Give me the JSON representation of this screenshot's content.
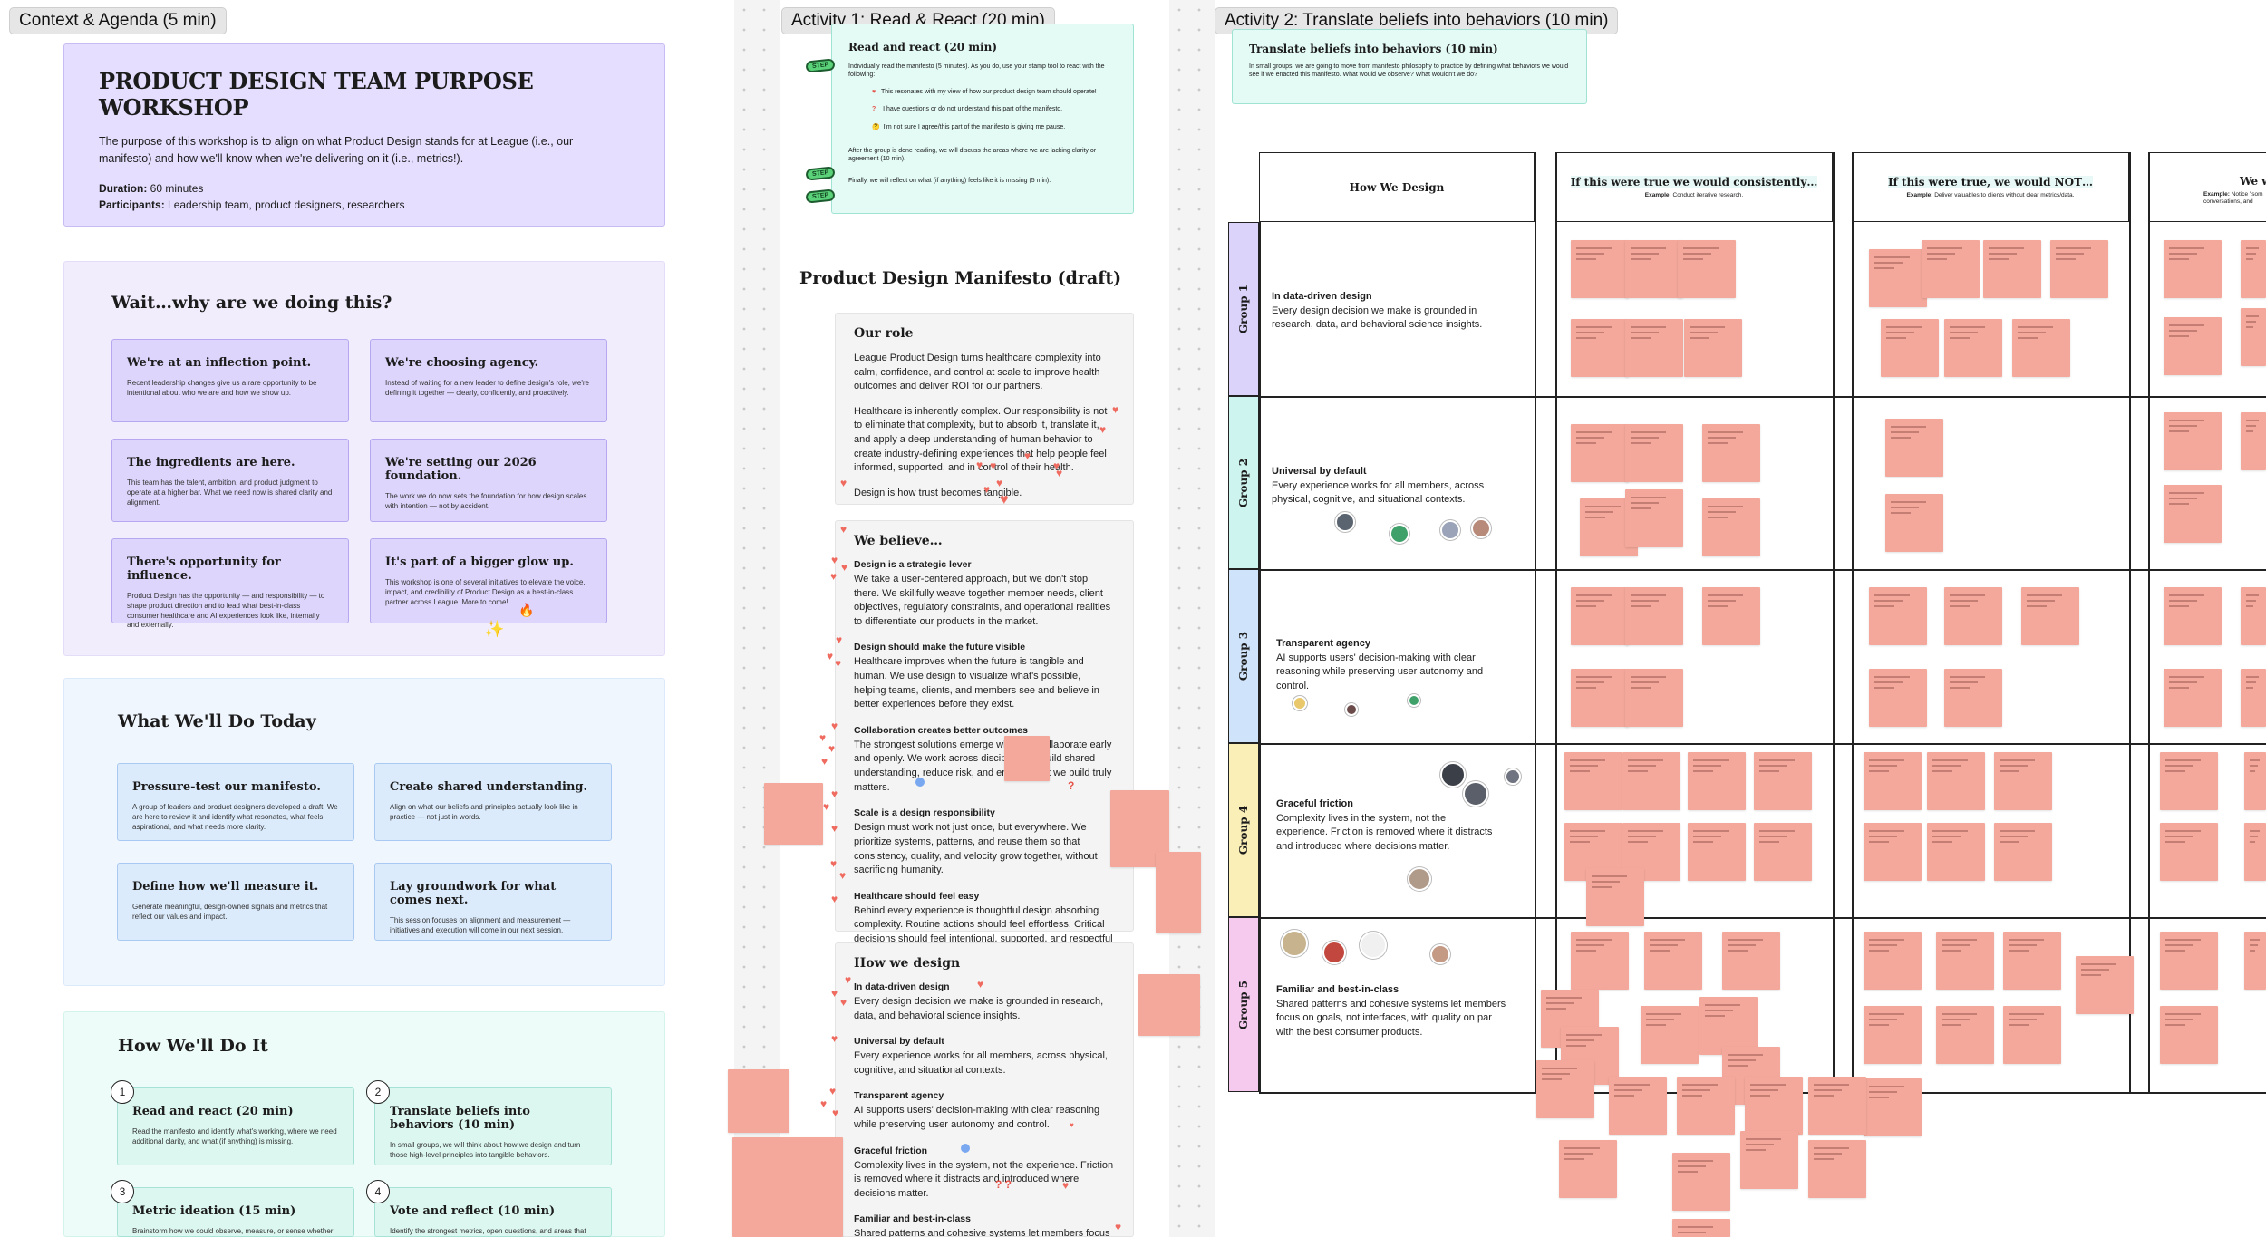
{
  "colors": {
    "sticky": "#f4a89b",
    "purple_card": "#e5deff",
    "blue_card": "#dcebfc",
    "teal_card": "#e3faf5"
  },
  "sections": {
    "context": "Context & Agenda (5 min)",
    "activity1": "Activity 1: Read & React (20 min)",
    "activity2": "Activity 2: Translate beliefs into behaviors (10 min)"
  },
  "hero": {
    "title": "PRODUCT DESIGN TEAM PURPOSE WORKSHOP",
    "body": "The purpose of this workshop is to align on what Product Design stands for at League (i.e., our manifesto) and how we'll know when we're delivering on it (i.e., metrics!).",
    "duration_label": "Duration:",
    "duration": " 60 minutes",
    "participants_label": "Participants:",
    "participants": " Leadership team, product designers, researchers"
  },
  "why": {
    "title": "Wait…why are we doing this?",
    "cards": [
      {
        "t": "We're at an inflection point.",
        "d": "Recent leadership changes give us a rare opportunity to be intentional about who we are and how we show up."
      },
      {
        "t": "We're choosing agency.",
        "d": "Instead of waiting for a new leader to define design's role, we're defining it together — clearly, confidently, and proactively."
      },
      {
        "t": "The ingredients are here.",
        "d": "This team has the talent, ambition, and product judgment to operate at a higher bar. What we need now is shared clarity and alignment."
      },
      {
        "t": "We're setting our 2026 foundation.",
        "d": "The work we do now sets the foundation for how design scales with intention — not by accident."
      },
      {
        "t": "There's opportunity for influence.",
        "d": "Product Design has the opportunity — and responsibility — to shape product direction and to lead what best-in-class consumer healthcare and AI experiences look like, internally and externally."
      },
      {
        "t": "It's part of a bigger glow up.",
        "d": "This workshop is one of several initiatives to elevate the voice, impact, and credibility of Product Design as a best-in-class partner across League. More to come!"
      }
    ]
  },
  "today": {
    "title": "What We'll Do Today",
    "cards": [
      {
        "t": "Pressure-test our manifesto.",
        "d": "A group of leaders and product designers developed a draft. We are here to review it and identify what resonates, what feels aspirational, and what needs more clarity."
      },
      {
        "t": "Create shared understanding.",
        "d": "Align on what our beliefs and principles actually look like in practice — not just in words."
      },
      {
        "t": "Define how we'll measure it.",
        "d": "Generate meaningful, design-owned signals and metrics that reflect our values and impact."
      },
      {
        "t": "Lay groundwork for what comes next.",
        "d": "This session focuses on alignment and measurement — initiatives and execution will come in our next session."
      }
    ]
  },
  "how": {
    "title": "How We'll Do It",
    "steps": [
      {
        "n": "1",
        "t": "Read and react (20 min)",
        "d": "Read the manifesto and identify what's working, where we need additional clarity, and what (if anything) is missing."
      },
      {
        "n": "2",
        "t": "Translate beliefs into behaviors (10 min)",
        "d": "In small groups, we will think about how we design and turn those high-level principles into tangible behaviors."
      },
      {
        "n": "3",
        "t": "Metric ideation (15 min)",
        "d": "Brainstorm how we could observe, measure, or sense whether we're"
      },
      {
        "n": "4",
        "t": "Vote and reflect (10 min)",
        "d": "Identify the strongest metrics, open questions, and areas that need more"
      }
    ]
  },
  "instructions": {
    "title": "Read and react (20 min)",
    "step_label": "STEP",
    "intro": "Individually read the manifesto (5 minutes). As you do, use your stamp tool to react with the following:",
    "reactions": [
      "This resonates with my view of how our product design team should operate!",
      "I have questions or do not understand this part of the manifesto.",
      "I'm not sure I agree/this part of the manifesto is giving me pause."
    ],
    "step2": "After the group is done reading, we will discuss the areas where we are lacking clarity or agreement (10 min).",
    "step3": "Finally, we will reflect on what (if anything) feels like it is missing (5 min)."
  },
  "manifesto": {
    "title": "Product Design Manifesto (draft)",
    "role": {
      "h": "Our role",
      "p1": "League Product Design turns healthcare complexity into calm, confidence, and control at scale to improve health outcomes and deliver ROI for our partners.",
      "p2": "Healthcare is inherently complex. Our responsibility is not to eliminate that complexity, but to absorb it, translate it, and apply a deep understanding of human behavior to create industry-defining experiences that help people feel informed, supported, and in control of their health.",
      "p3": "Design is how trust becomes tangible."
    },
    "believe": {
      "h": "We believe…",
      "items": [
        {
          "t": "Design is a strategic lever",
          "d": "We take a user-centered approach, but we don't stop there. We skillfully weave together member needs, client objectives, regulatory constraints, and operational realities to differentiate our products in the market."
        },
        {
          "t": "Design should make the future visible",
          "d": "Healthcare improves when the future is tangible and human. We use design to visualize what's possible, helping teams, clients, and members see and believe in better experiences before they exist."
        },
        {
          "t": "Collaboration creates better outcomes",
          "d": "The strongest solutions emerge when we collaborate early and openly. We work across disciplines to build shared understanding, reduce risk, and ensure what we build truly matters."
        },
        {
          "t": "Scale is a design responsibility",
          "d": "Design must work not just once, but everywhere. We prioritize systems, patterns, and reuse them so that consistency, quality, and velocity grow together, without sacrificing humanity."
        },
        {
          "t": "Healthcare should feel easy",
          "d": "Behind every experience is thoughtful design absorbing complexity. Routine actions should feel effortless. Critical decisions should feel intentional, supported, and respectful of people's autonomy."
        }
      ]
    },
    "how": {
      "h": "How we design",
      "items": [
        {
          "t": "In data-driven design",
          "d": "Every design decision we make is grounded in research, data, and behavioral science insights."
        },
        {
          "t": "Universal by default",
          "d": "Every experience works for all members, across physical, cognitive, and situational contexts."
        },
        {
          "t": "Transparent agency",
          "d": "AI supports users' decision-making with clear reasoning while preserving user autonomy and control."
        },
        {
          "t": "Graceful friction",
          "d": "Complexity lives in the system, not the experience. Friction is removed where it distracts and introduced where decisions matter."
        },
        {
          "t": "Familiar and best-in-class",
          "d": "Shared patterns and cohesive systems let members focus on"
        }
      ]
    }
  },
  "activity2": {
    "title": "Translate beliefs into behaviors (10 min)",
    "desc": "In small groups, we are going to move from manifesto philosophy to practice by defining what behaviors we would see if we enacted this manifesto. What would we observe? What wouldn't we do?",
    "headers": [
      {
        "t": "How We Design",
        "ex": ""
      },
      {
        "t": "If this were true we would consistently…",
        "ex_label": "Example:",
        "ex": " Conduct iterative research."
      },
      {
        "t": "If this were true, we would NOT…",
        "ex_label": "Example:",
        "ex": " Deliver valuables to clients without clear metrics/data."
      },
      {
        "t": "We w",
        "ex_label": "Example:",
        "ex": " Notice \"som conversations, and"
      }
    ],
    "groups": [
      {
        "label": "Group 1",
        "title": "In data-driven design",
        "desc": "Every design decision we make is grounded in research, data, and behavioral science insights."
      },
      {
        "label": "Group 2",
        "title": "Universal by default",
        "desc": "Every experience works for all members, across physical, cognitive, and situational contexts."
      },
      {
        "label": "Group 3",
        "title": "Transparent agency",
        "desc": "AI supports users' decision-making with clear reasoning while preserving user autonomy and control."
      },
      {
        "label": "Group 4",
        "title": "Graceful friction",
        "desc": "Complexity lives in the system, not the experience. Friction is removed where it distracts and introduced where decisions matter."
      },
      {
        "label": "Group 5",
        "title": "Familiar and best-in-class",
        "desc": "Shared patterns and cohesive systems let members focus on goals, not interfaces, with quality on par with the best consumer products."
      }
    ]
  }
}
